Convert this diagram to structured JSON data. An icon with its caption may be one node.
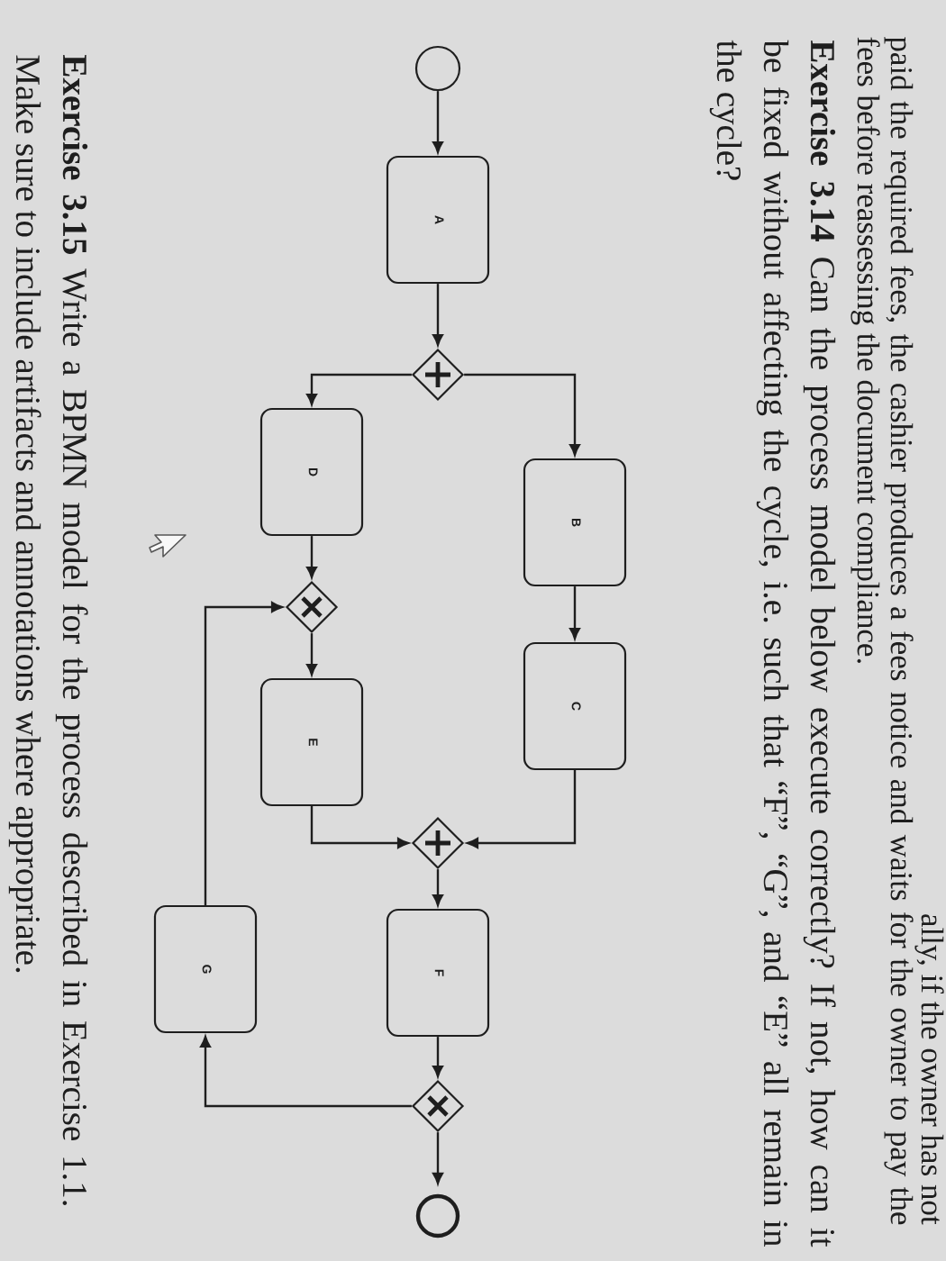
{
  "diagram": {
    "nodes": [
      {
        "text": [],
        "shape": "circle"
      },
      {
        "text": [
          "A"
        ]
      },
      {
        "text": [],
        "shape": "diamond"
      },
      {
        "text": [
          "B"
        ]
      },
      {
        "text": [
          "C"
        ]
      },
      {
        "text": [
          "D"
        ]
      },
      {
        "text": [],
        "shape": "diamond"
      },
      {
        "text": [
          "E"
        ]
      },
      {
        "text": [],
        "shape": "diamond"
      },
      {
        "text": [
          "F"
        ]
      },
      {
        "text": [],
        "shape": "diamond"
      },
      {
        "text": [
          "G"
        ]
      },
      {
        "text": [],
        "shape": "circle"
      }
    ],
    "edges": [
      {
        "from": 0,
        "to": 1,
        "arrow": "to"
      },
      {
        "from": 1,
        "to": 2,
        "arrow": "to"
      },
      {
        "from": 2,
        "to": 3,
        "arrow": "to"
      },
      {
        "from": 2,
        "to": 5,
        "arrow": "to"
      },
      {
        "from": 3,
        "to": 4,
        "arrow": "to"
      },
      {
        "from": 4,
        "to": 8,
        "arrow": "to"
      },
      {
        "from": 5,
        "to": 6,
        "arrow": "to"
      },
      {
        "from": 6,
        "to": 7,
        "arrow": "to"
      },
      {
        "from": 7,
        "to": 8,
        "arrow": "to"
      },
      {
        "from": 8,
        "to": 9,
        "arrow": "to"
      },
      {
        "from": 9,
        "to": 10,
        "arrow": "to"
      },
      {
        "from": 10,
        "to": 11,
        "arrow": "to"
      },
      {
        "from": 11,
        "to": 6,
        "arrow": "to"
      },
      {
        "from": 10,
        "to": 12,
        "arrow": "to"
      }
    ],
    "labels": [
      "ally, if the owner has not",
      "paid the required fees, the cashier produces a fees notice and waits for the owner to pay the fees before reassessing the document compliance.",
      "**Exercise 3.14** Can the process model below execute correctly? If not, how can it be fixed without affecting the cycle, i.e. such that “F”, “G”, and “E” all remain in the cycle?",
      "**Exercise 3.15** Write a BPMN model for the process described in Exercise 1.1. Make sure to include artifacts and annotations where appropriate."
    ]
  }
}
